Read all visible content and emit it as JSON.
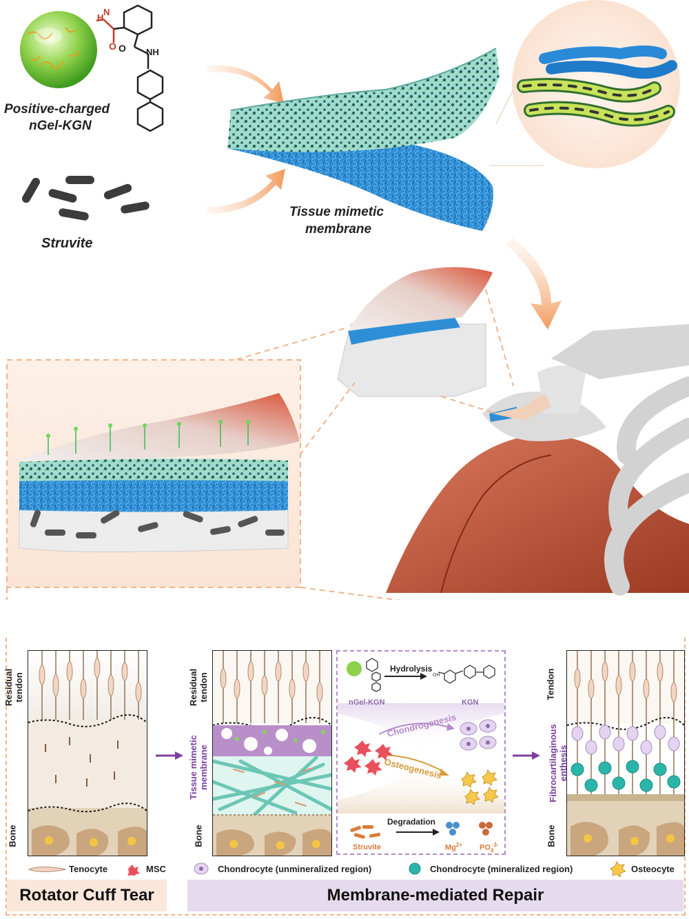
{
  "top": {
    "ngel_label_line1": "Positive-charged",
    "ngel_label_line2": "nGel-KGN",
    "struvite_label": "Struvite",
    "membrane_label_line1": "Tissue mimetic",
    "membrane_label_line2": "membrane"
  },
  "chem": {
    "h": "H",
    "n": "N",
    "o1": "O",
    "o2": "O",
    "nh": "NH"
  },
  "panels": {
    "tear": {
      "label_top_l1": "Residual",
      "label_top_l2": "tendon",
      "label_bottom": "Bone"
    },
    "membrane": {
      "label_top_l1": "Residual",
      "label_top_l2": "tendon",
      "label_mid_l1": "Tissue mimetic",
      "label_mid_l2": "membrane",
      "label_bottom": "Bone"
    },
    "mechanism": {
      "hydrolysis": "Hydrolysis",
      "ngel_kgn": "nGel-KGN",
      "kgn": "KGN",
      "chondrogenesis": "Chondrogenesis",
      "osteogenesis": "Osteogenesis",
      "degradation": "Degradation",
      "struvite": "Struvite",
      "mg": "Mg",
      "mg_sup": "2+",
      "po": "PO",
      "po_sub": "4",
      "po_sup": "3-"
    },
    "repair": {
      "label_top": "Tendon",
      "label_mid_l1": "Fibrocartilaginous",
      "label_mid_l2": "enthesis",
      "label_bottom": "Bone"
    }
  },
  "legend": {
    "tenocyte": "Tenocyte",
    "msc": "MSC",
    "chondro_unmin": "Chondrocyte (unmineralized region)",
    "chondro_min": "Chondrocyte (mineralized region)",
    "osteocyte": "Osteocyte"
  },
  "footer": {
    "left": "Rotator Cuff Tear",
    "right": "Membrane-mediated Repair"
  },
  "colors": {
    "purple": "#7b3fa0",
    "orange_arrow": "#f0a36b",
    "membrane_top": "#8fd3c8",
    "membrane_bottom": "#1e7fc9",
    "chondro_min": "#2bb5a9",
    "chondro_unmin": "#d9b8e8",
    "footer_left_bg": "#fbe7da",
    "footer_right_bg": "#e6dbee"
  }
}
